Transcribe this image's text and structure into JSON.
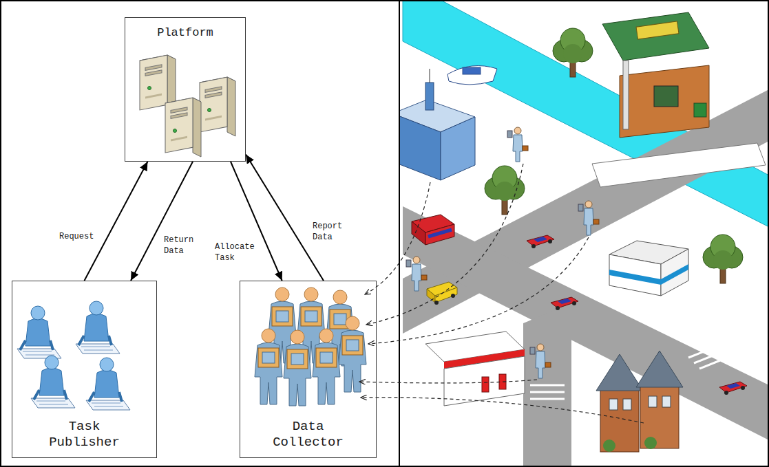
{
  "diagram": {
    "nodes": [
      {
        "text": [
          "Platform"
        ]
      },
      {
        "text": [
          "Task Publisher"
        ]
      },
      {
        "text": [
          "Data Collector"
        ]
      }
    ],
    "edges": [
      {
        "from": 1,
        "to": 0,
        "arrow": "to",
        "label": "Request"
      },
      {
        "from": 0,
        "to": 1,
        "arrow": "to",
        "label": "Return Data"
      },
      {
        "from": 0,
        "to": 2,
        "arrow": "to",
        "label": "Allocate Task"
      },
      {
        "from": 2,
        "to": 0,
        "arrow": "to",
        "label": "Report Data"
      }
    ]
  }
}
